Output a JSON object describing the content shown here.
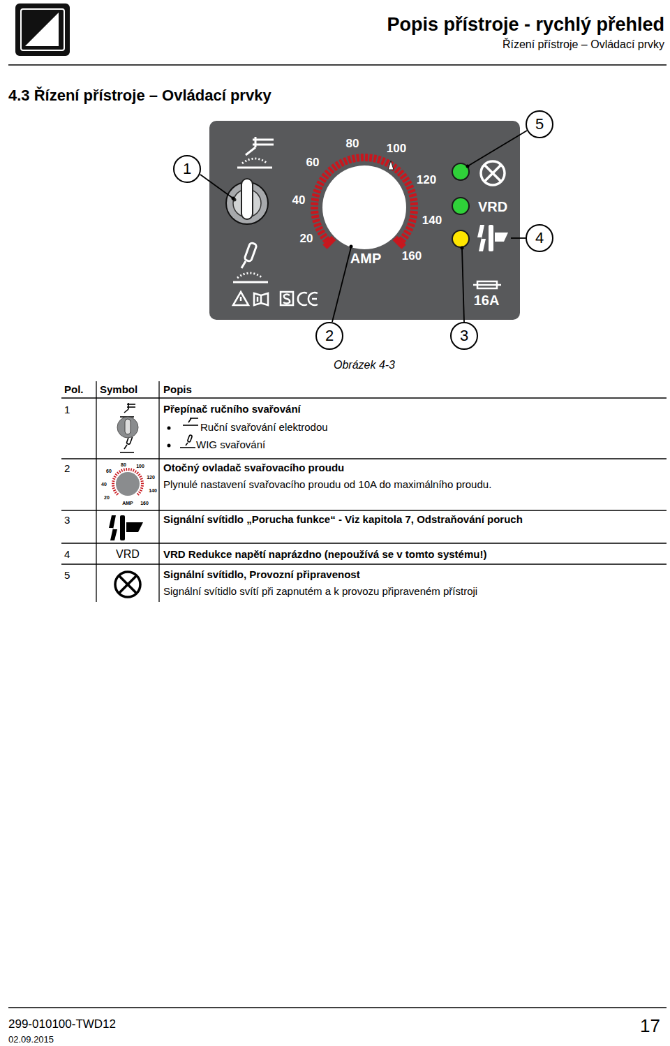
{
  "diagram": {
    "title": "4.3 Řízení přístroje – Ovládací prvky",
    "caption": "Obrázek 4-3",
    "nodes": [
      {
        "text": [
          "20",
          "40",
          "60",
          "80",
          "100",
          "120",
          "140",
          "160",
          "AMP",
          "VRD",
          "16A"
        ]
      },
      {
        "text": [
          "1"
        ]
      },
      {
        "text": [
          "2"
        ]
      },
      {
        "text": [
          "3"
        ]
      },
      {
        "text": [
          "4"
        ]
      },
      {
        "text": [
          "5"
        ]
      }
    ],
    "labels": [
      "Popis přístroje - rychlý přehled",
      "Řízení přístroje – Ovládací prvky",
      "Pol.",
      "Symbol",
      "Popis",
      "1",
      "Přepínač ručního svařování",
      "Ruční svařování elektrodou",
      "WIG svařování",
      "2",
      "Otočný ovladač svařovacího proudu",
      "Plynulé nastavení svařovacího proudu od 10A do maximálního proudu.",
      "80",
      "100",
      "60",
      "120",
      "40",
      "140",
      "20",
      "AMP",
      "160",
      "3",
      "Signální svítidlo „Porucha funkce“ - Viz kapitola 7, Odstraňování poruch",
      "4",
      "VRD",
      "VRD Redukce napětí naprázdno (nepoužívá se v tomto systému!)",
      "5",
      "Signální svítidlo, Provozní připravenost",
      "Signální svítidlo svítí při zapnutém a k provozu připraveném přístroji",
      "299-010100-TWD12",
      "02.09.2015",
      "17"
    ]
  }
}
